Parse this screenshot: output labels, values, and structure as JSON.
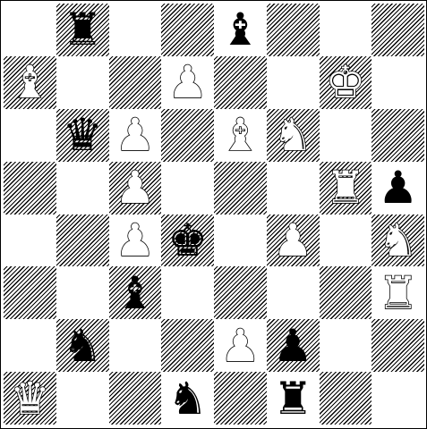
{
  "board": {
    "ranks": [
      [
        "",
        "r",
        "",
        "",
        "b",
        "",
        "",
        ""
      ],
      [
        "B",
        "",
        "",
        "P",
        "",
        "",
        "K",
        ""
      ],
      [
        "",
        "q",
        "P",
        "",
        "B",
        "N",
        "",
        ""
      ],
      [
        "",
        "",
        "P",
        "",
        "",
        "",
        "R",
        "p"
      ],
      [
        "",
        "",
        "P",
        "k",
        "",
        "P",
        "",
        "N"
      ],
      [
        "",
        "",
        "b",
        "",
        "",
        "",
        "",
        "R"
      ],
      [
        "",
        "n",
        "",
        "",
        "P",
        "p",
        "",
        ""
      ],
      [
        "Q",
        "",
        "",
        "n",
        "",
        "r",
        "",
        ""
      ]
    ],
    "glyphs": {
      "K": "♚",
      "Q": "♛",
      "R": "♜",
      "B": "♝",
      "N": "♞",
      "P": "♟",
      "k": "♚",
      "q": "♛",
      "r": "♜",
      "b": "♝",
      "n": "♞",
      "p": "♟"
    },
    "piece_names": {
      "K": "white-king",
      "Q": "white-queen",
      "R": "white-rook",
      "B": "white-bishop",
      "N": "white-knight",
      "P": "white-pawn",
      "k": "black-king",
      "q": "black-queen",
      "r": "black-rook",
      "b": "black-bishop",
      "n": "black-knight",
      "p": "black-pawn"
    },
    "colors": {
      "light_square": "#ffffff",
      "dark_square_hatch": "#000000",
      "white_piece_fill": "#ffffff",
      "black_piece_fill": "#000000"
    }
  }
}
